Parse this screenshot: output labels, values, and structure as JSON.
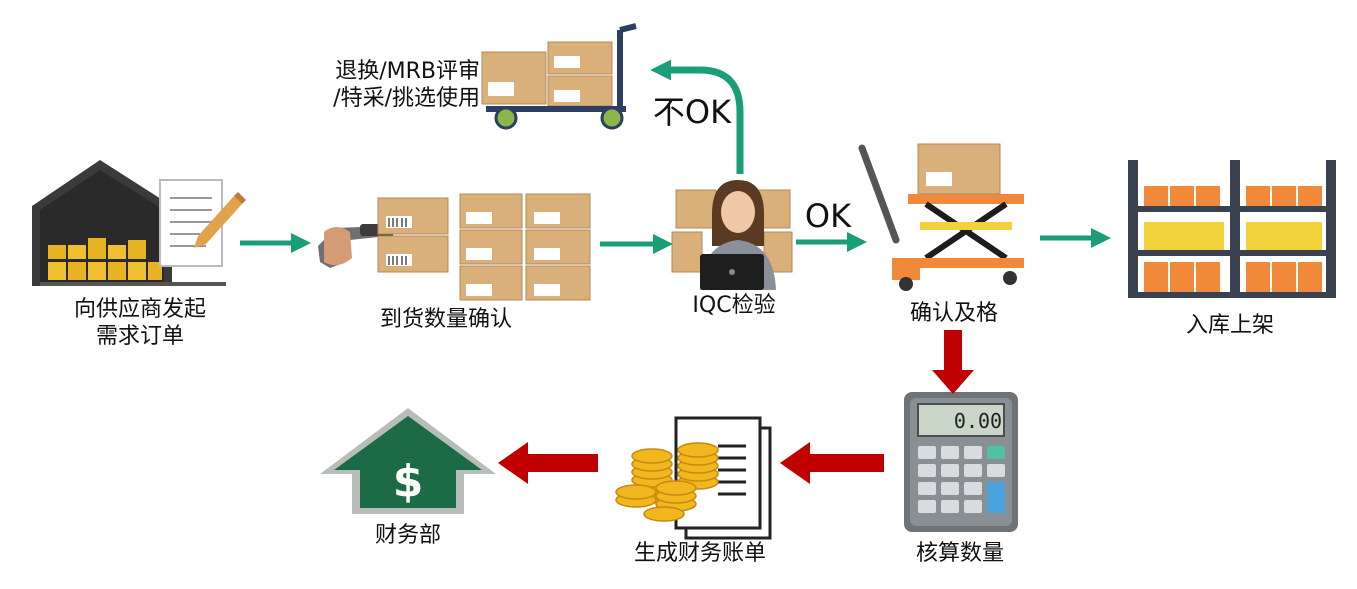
{
  "steps": {
    "demand": {
      "line1": "向供应商发起",
      "line2": "需求订单"
    },
    "receive": {
      "label": "到货数量确认"
    },
    "iqc": {
      "label": "IQC检验"
    },
    "confirm": {
      "label": "确认及格"
    },
    "store": {
      "label": "入库上架"
    },
    "count": {
      "label": "核算数量"
    },
    "bill": {
      "label": "生成财务账单"
    },
    "finance": {
      "label": "财务部"
    },
    "reject": {
      "line1": "退换/MRB评审",
      "line2": "/特采/挑选使用"
    }
  },
  "branches": {
    "ok": "OK",
    "not_ok": "不OK"
  },
  "calculator": {
    "display": "0.00"
  },
  "finance_icon": {
    "symbol": "$"
  },
  "colors": {
    "flow_arrow": "#1a9e78",
    "money_arrow": "#c00000",
    "box": "#d9b07a",
    "shelf": "#3a4150",
    "cart": "#2c3e62",
    "house": "#1d6b46"
  },
  "icons": [
    "warehouse-icon",
    "scanner-icon",
    "inspector-icon",
    "cart-icon",
    "lift-table-icon",
    "shelf-icon",
    "calculator-icon",
    "coins-document-icon",
    "dollar-house-icon"
  ]
}
